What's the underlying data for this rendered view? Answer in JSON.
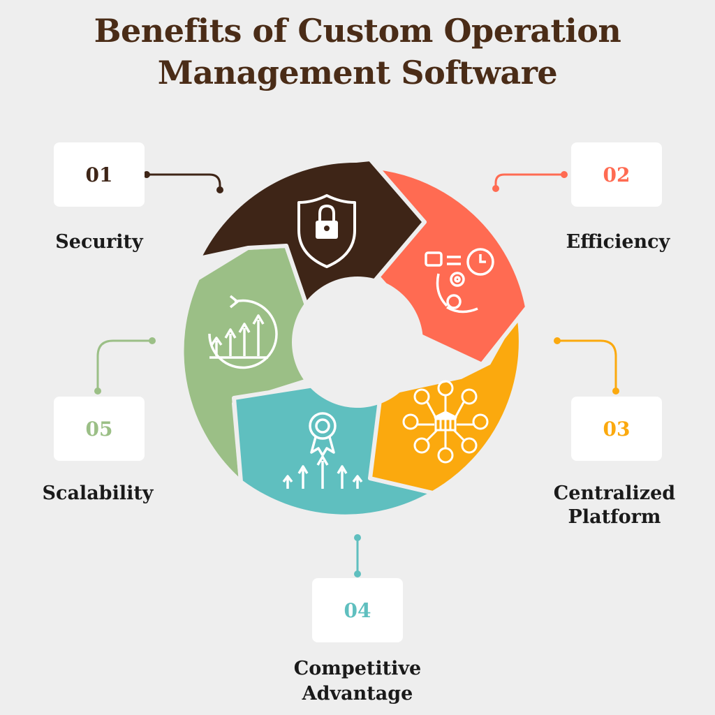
{
  "title": {
    "line1": "Benefits of Custom Operation",
    "line2": "Management Software"
  },
  "items": [
    {
      "number": "01",
      "label": "Security",
      "color": "#3e2517",
      "icon": "shield-lock-icon"
    },
    {
      "number": "02",
      "label": "Efficiency",
      "color": "#ff6b52",
      "icon": "productivity-clock-gear-icon"
    },
    {
      "number": "03",
      "label_line1": "Centralized",
      "label_line2": "Platform",
      "color": "#fba90e",
      "icon": "network-hub-icon"
    },
    {
      "number": "04",
      "label_line1": "Competitive",
      "label_line2": "Advantage",
      "color": "#5fbfbf",
      "icon": "award-growth-icon"
    },
    {
      "number": "05",
      "label": "Scalability",
      "color": "#9bbf86",
      "icon": "growth-chart-icon"
    }
  ],
  "colors": {
    "background": "#eeeeee",
    "title": "#4a2c17"
  }
}
